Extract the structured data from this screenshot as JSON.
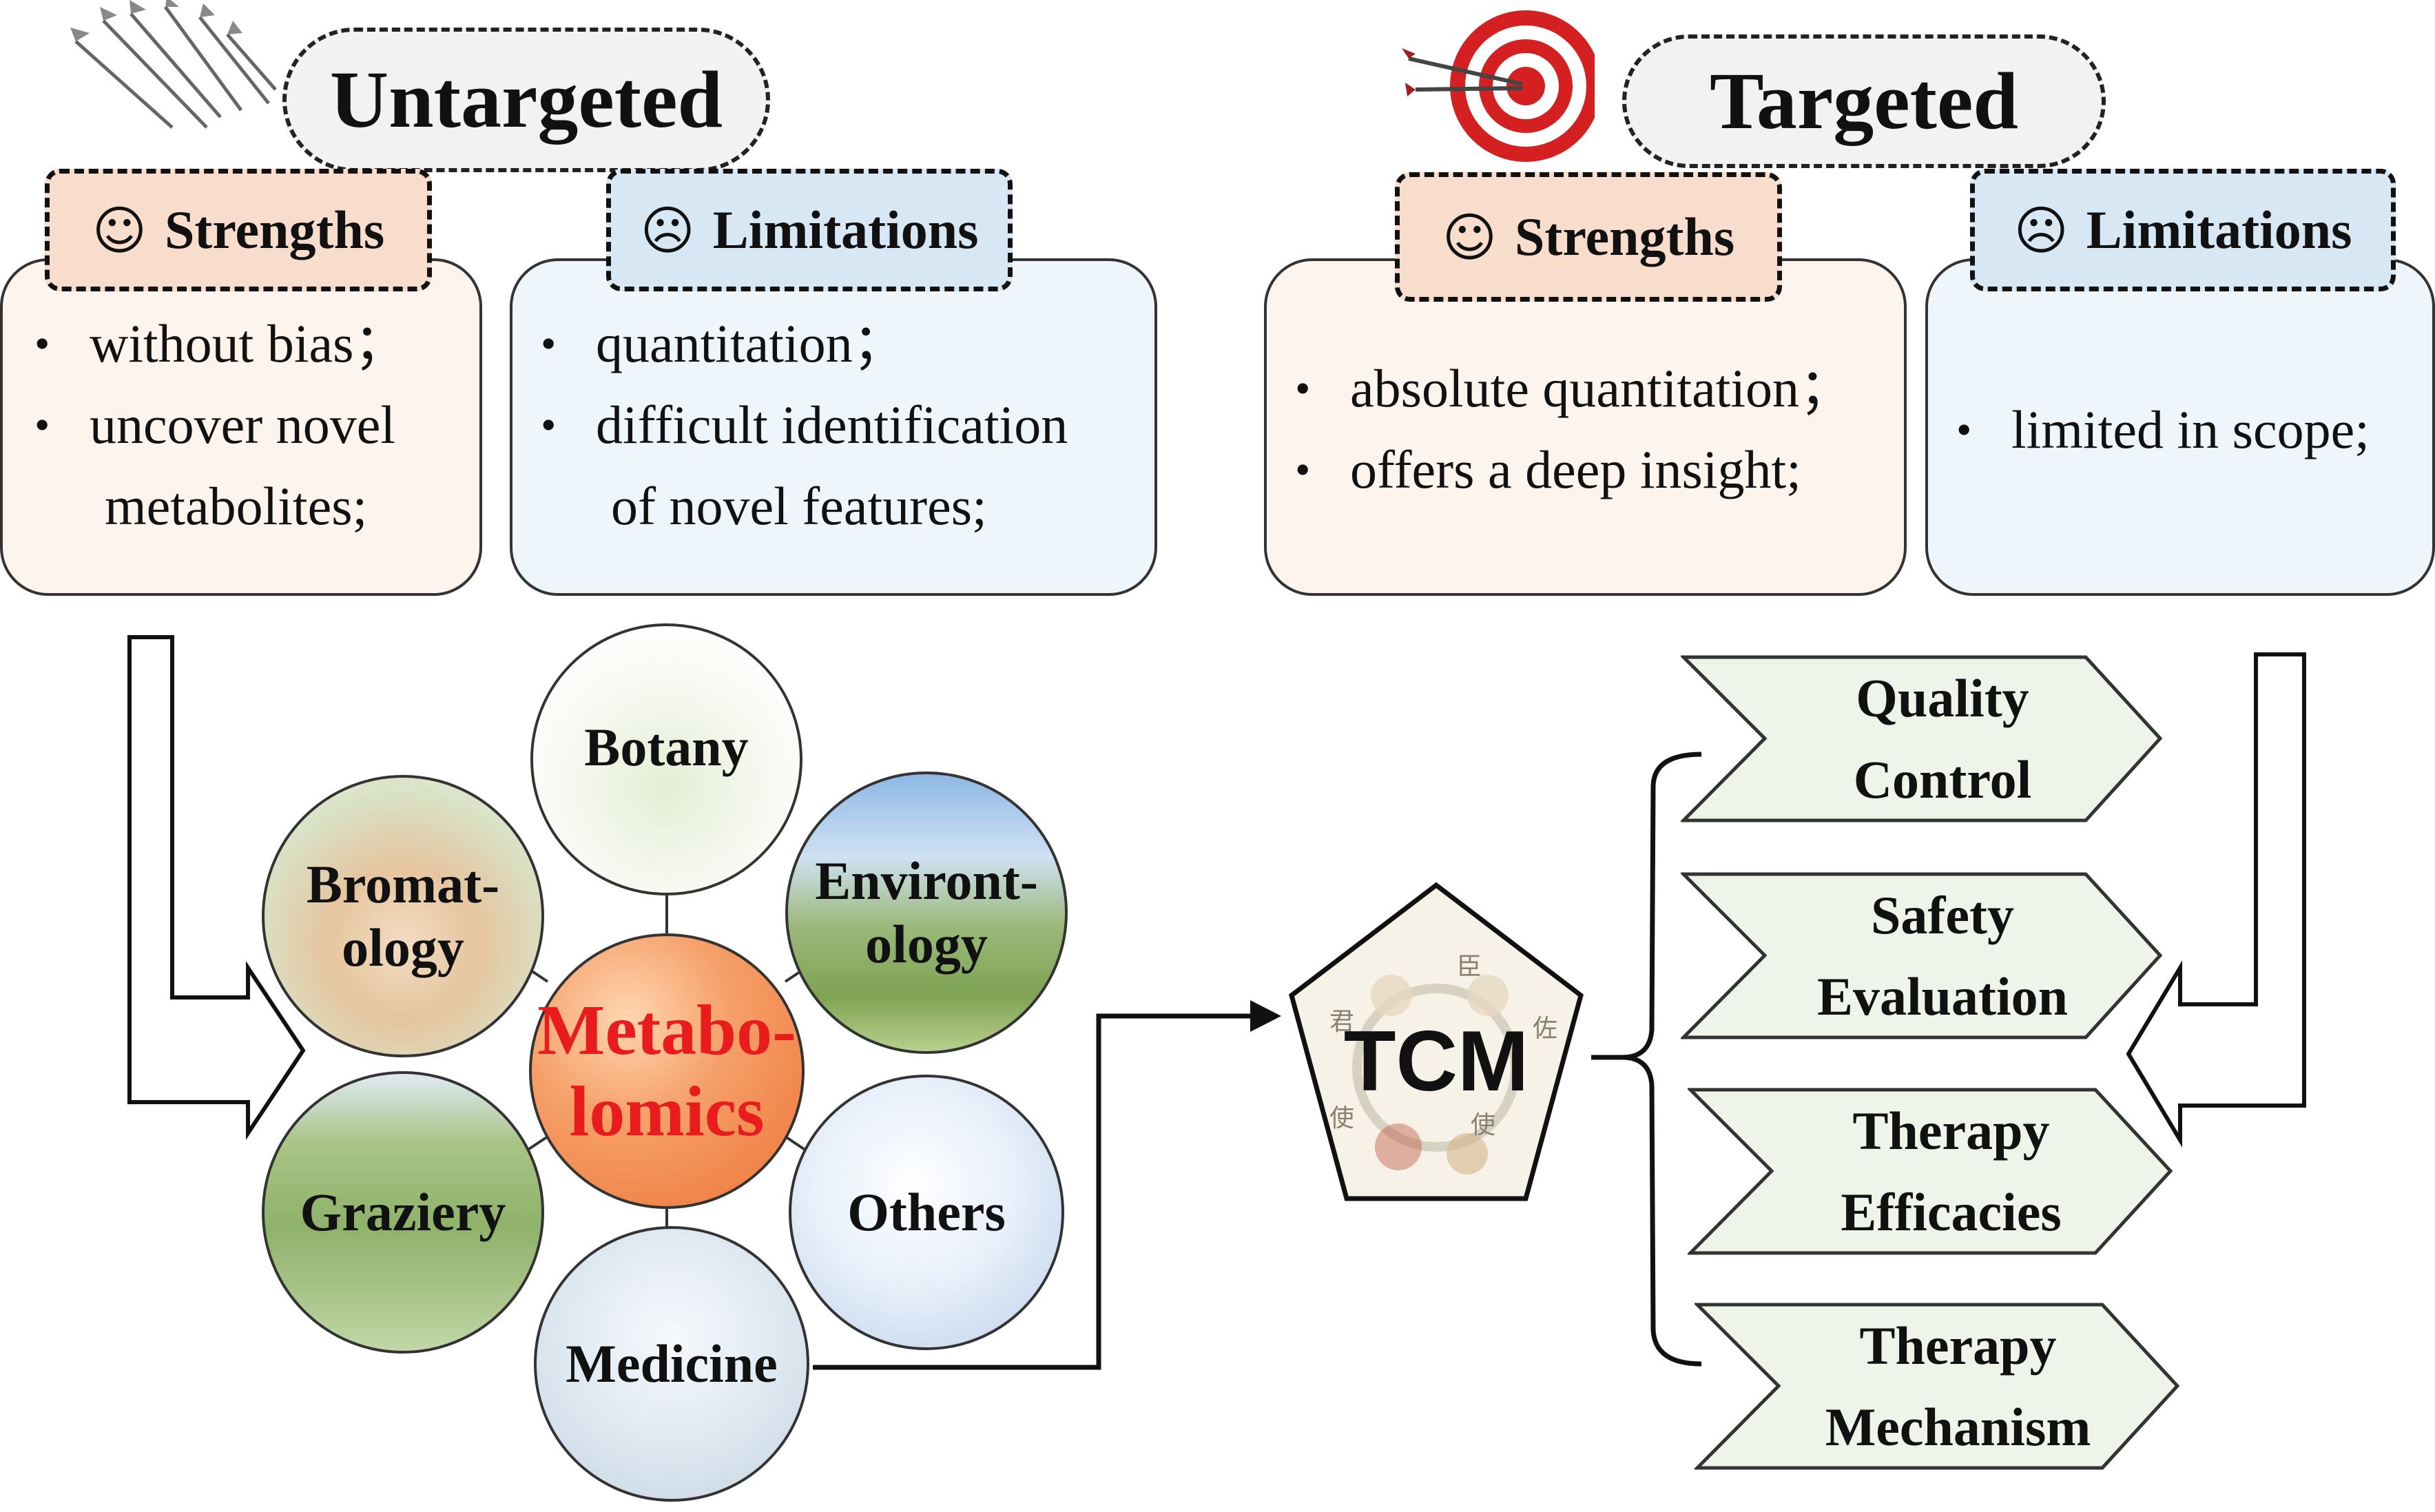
{
  "untargeted": {
    "title": "Untargeted",
    "strengths": {
      "icon": "smile-icon",
      "label": "Strengths",
      "points": [
        {
          "text": "without bias；",
          "cont": ""
        },
        {
          "text": "uncover novel",
          "cont": "metabolites;"
        }
      ]
    },
    "limitations": {
      "icon": "frown-icon",
      "label": "Limitations",
      "points": [
        {
          "text": "quantitation；",
          "cont": ""
        },
        {
          "text": "difficult identification",
          "cont": "of novel features;"
        }
      ]
    }
  },
  "targeted": {
    "title": "Targeted",
    "strengths": {
      "icon": "smile-icon",
      "label": "Strengths",
      "points": [
        {
          "text": "absolute quantitation；",
          "cont": ""
        },
        {
          "text": "offers a deep insight;",
          "cont": ""
        }
      ]
    },
    "limitations": {
      "icon": "frown-icon",
      "label": "Limitations",
      "points": [
        {
          "text": "limited in scope;",
          "cont": ""
        }
      ]
    }
  },
  "center": {
    "line1": "Metabo-",
    "line2": "lomics",
    "color": "#e81c1c"
  },
  "fields": [
    {
      "line1": "Botany",
      "line2": ""
    },
    {
      "line1": "Environt-",
      "line2": "ology"
    },
    {
      "line1": "Others",
      "line2": ""
    },
    {
      "line1": "Medicine",
      "line2": ""
    },
    {
      "line1": "Graziery",
      "line2": ""
    },
    {
      "line1": "Bromat-",
      "line2": "ology"
    }
  ],
  "tcm": {
    "label": "TCM",
    "glyphs": [
      "君",
      "臣",
      "佐",
      "使",
      "使"
    ]
  },
  "applications": [
    {
      "line1": "Quality",
      "line2": "Control"
    },
    {
      "line1": "Safety",
      "line2": "Evaluation"
    },
    {
      "line1": "Therapy",
      "line2": "Efficacies"
    },
    {
      "line1": "Therapy",
      "line2": "Mechanism"
    }
  ],
  "colors": {
    "strength_tag": "#f8ddcc",
    "limitation_tag": "#d7e7f3",
    "strength_box": "#fdf4ee",
    "limitation_box": "#eef5fb",
    "chevron_fill": "#eef4ea",
    "target_red": "#d42020"
  }
}
